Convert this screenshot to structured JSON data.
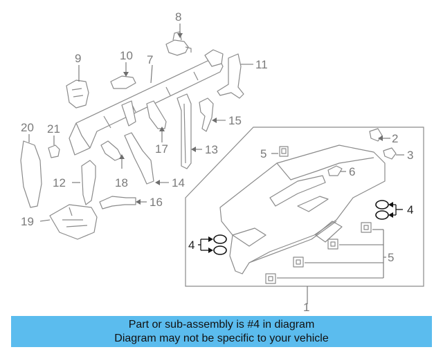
{
  "callouts": {
    "c1": "1",
    "c2": "2",
    "c3": "3",
    "c4a": "4",
    "c4b": "4",
    "c5a": "5",
    "c5b": "5",
    "c6": "6",
    "c7": "7",
    "c8": "8",
    "c9": "9",
    "c10": "10",
    "c11": "11",
    "c12": "12",
    "c13": "13",
    "c14": "14",
    "c15": "15",
    "c16": "16",
    "c17": "17",
    "c18": "18",
    "c19": "19",
    "c20": "20",
    "c21": "21"
  },
  "banner": {
    "line1": "Part or sub-assembly is #4 in diagram",
    "line2": "Diagram may not be specific to your vehicle",
    "color": "#5bbcee"
  },
  "colors": {
    "highlight": "#111111",
    "linework": "#8a8a8a"
  }
}
